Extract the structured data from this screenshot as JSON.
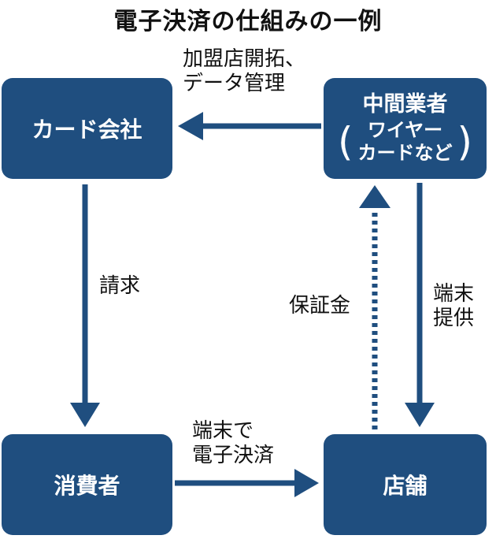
{
  "title": "電子決済の仕組みの一例",
  "nodes": {
    "card_company": "カード会社",
    "intermediary": {
      "line1": "中間業者",
      "line2": "ワイヤー",
      "line3": "カードなど"
    },
    "consumer": "消費者",
    "store": "店舗"
  },
  "edges": {
    "merchant_data": {
      "line1": "加盟店開拓、",
      "line2": "データ管理"
    },
    "billing": "請求",
    "deposit": "保証金",
    "terminal": {
      "line1": "端末",
      "line2": "提供"
    },
    "payment": {
      "line1": "端末で",
      "line2": "電子決済"
    }
  },
  "colors": {
    "box": "#1f4e7f",
    "arrow": "#1f4e7f"
  }
}
